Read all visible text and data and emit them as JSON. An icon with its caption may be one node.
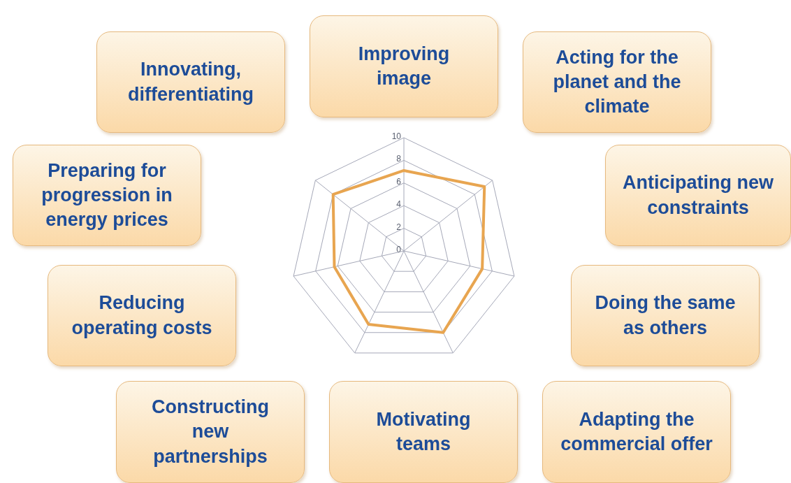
{
  "diagram": {
    "nodes": [
      {
        "text": [
          "Innovating, differentiating"
        ]
      },
      {
        "text": [
          "Improving image"
        ]
      },
      {
        "text": [
          "Acting for the planet and the climate"
        ]
      },
      {
        "text": [
          "Preparing for progression in energy prices"
        ]
      },
      {
        "text": [
          "Anticipating new constraints"
        ]
      },
      {
        "text": [
          "Reducing operating costs"
        ]
      },
      {
        "text": [
          "Doing the same as others"
        ]
      },
      {
        "text": [
          "Constructing new partnerships"
        ]
      },
      {
        "text": [
          "Motivating teams"
        ]
      },
      {
        "text": [
          "Adapting the commercial offer"
        ]
      }
    ],
    "labels": [
      "10",
      "8",
      "6",
      "4",
      "2",
      "0"
    ]
  }
}
